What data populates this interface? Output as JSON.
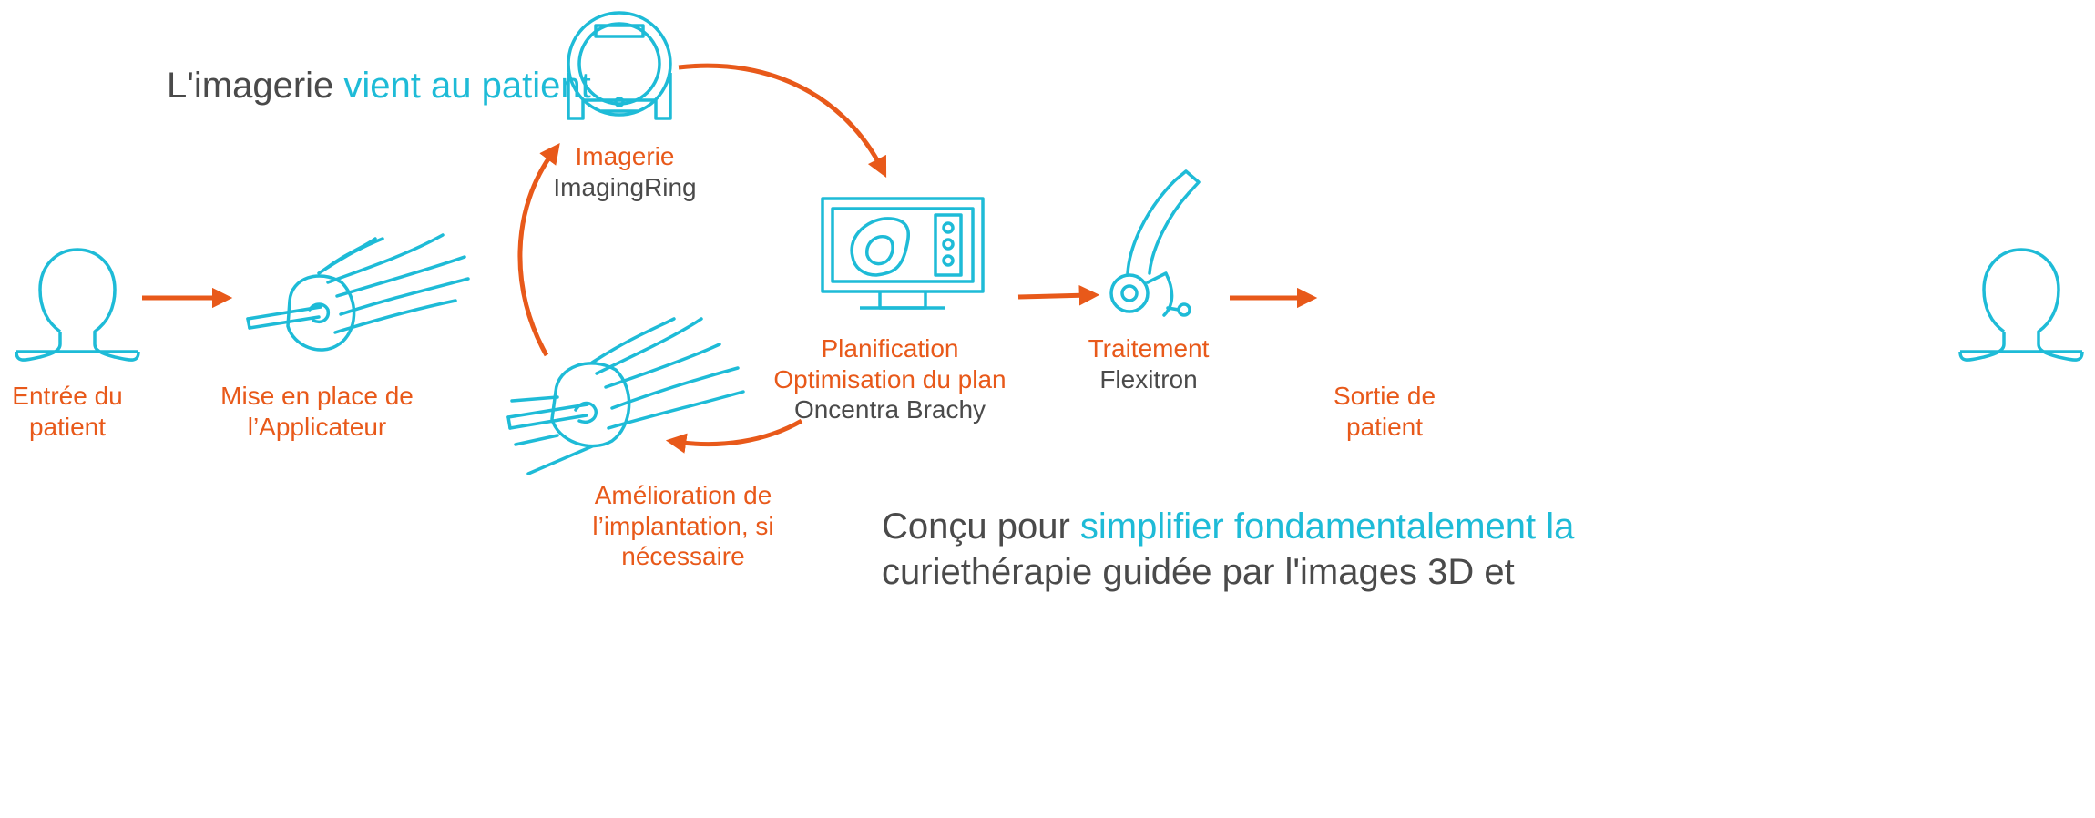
{
  "headline": {
    "part1": "L'imagerie ",
    "part2": "vient au patient"
  },
  "steps": {
    "entree": {
      "line1": "Entrée du",
      "line2": "patient"
    },
    "applicateur": {
      "line1": "Mise en place de",
      "line2": "l’Applicateur"
    },
    "imagerie": {
      "title": "Imagerie",
      "product": "ImagingRing"
    },
    "planification": {
      "line1": "Planification",
      "line2": "Optimisation du plan",
      "product": "Oncentra Brachy"
    },
    "traitement": {
      "title": "Traitement",
      "product": "Flexitron"
    },
    "sortie": {
      "line1": "Sortie de",
      "line2": "patient"
    },
    "amelioration": {
      "line1": "Amélioration de",
      "line2": "l’implantation, si",
      "line3": "nécessaire"
    }
  },
  "tagline": {
    "part1": "Conçu pour ",
    "part2": "simplifier fondamentalement la",
    "line2": "curiethérapie guidée par l'images 3D et"
  },
  "colors": {
    "accent_orange": "#E8591A",
    "accent_cyan": "#1EBBD7",
    "text_grey": "#4a4a4a"
  },
  "icons": [
    "person-icon",
    "applicator-icon",
    "imaging-ring-icon",
    "planning-monitor-icon",
    "afterloader-icon",
    "person-icon"
  ]
}
